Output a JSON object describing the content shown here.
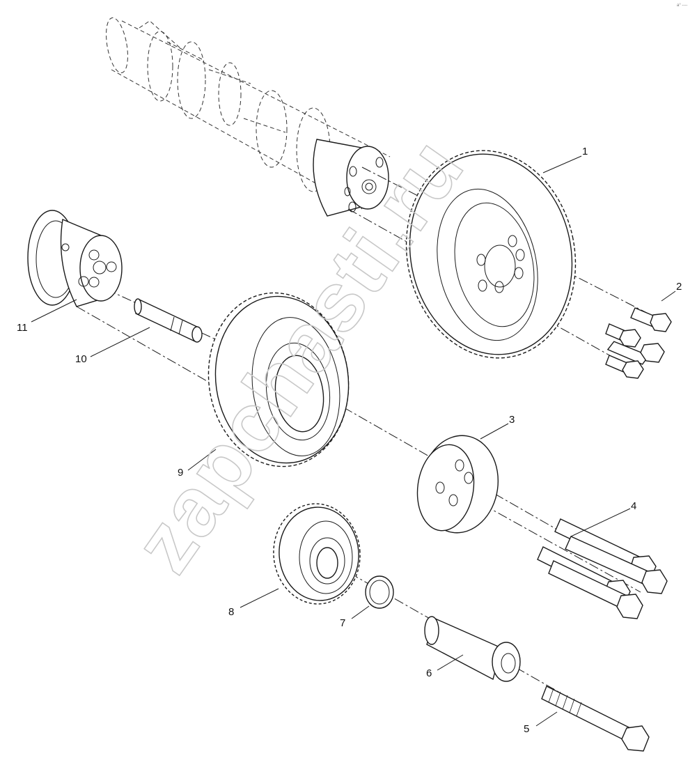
{
  "diagram": {
    "watermark": "zapchasti.ru",
    "corner_mark": "a° ----",
    "callouts": [
      {
        "id": "1",
        "label": "1"
      },
      {
        "id": "2",
        "label": "2"
      },
      {
        "id": "3",
        "label": "3"
      },
      {
        "id": "4",
        "label": "4"
      },
      {
        "id": "5",
        "label": "5"
      },
      {
        "id": "6",
        "label": "6"
      },
      {
        "id": "7",
        "label": "7"
      },
      {
        "id": "8",
        "label": "8"
      },
      {
        "id": "9",
        "label": "9"
      },
      {
        "id": "10",
        "label": "10"
      },
      {
        "id": "11",
        "label": "11"
      }
    ],
    "colors": {
      "line": "#1a1a1a",
      "watermark": "#c8c8c8",
      "background": "#ffffff"
    }
  }
}
